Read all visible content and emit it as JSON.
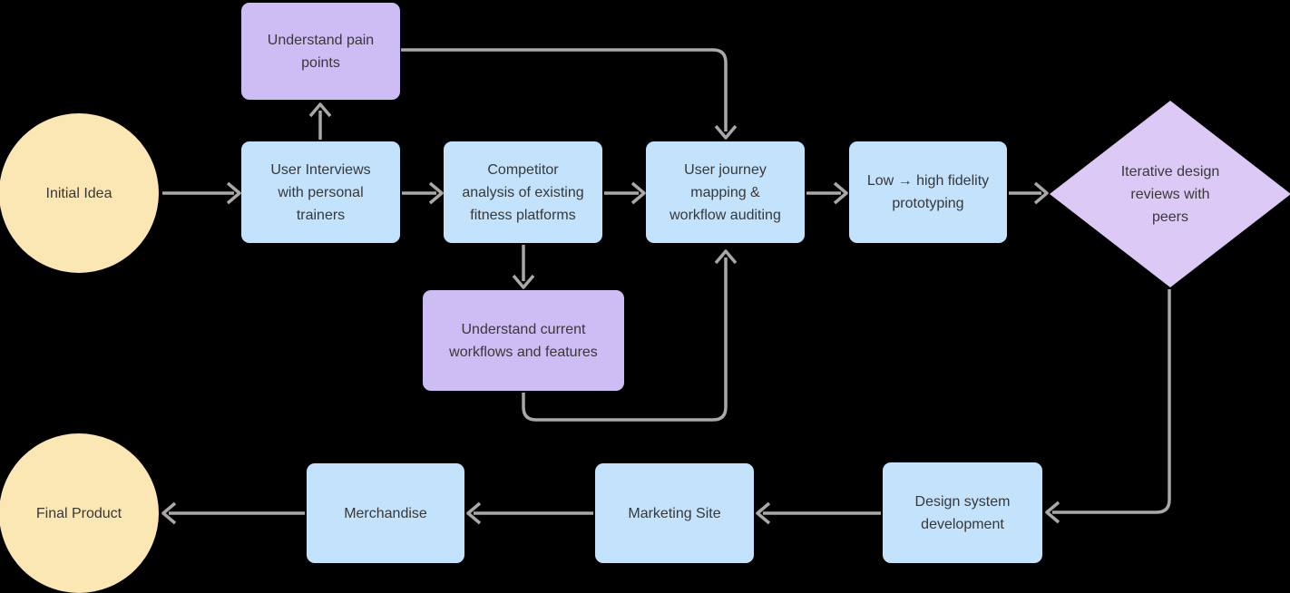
{
  "colors": {
    "background": "#000000",
    "blue": "#c3e2fb",
    "purple": "#cebcf4",
    "purple-light": "#dcc9f6",
    "yellow": "#fae7b4",
    "arrow": "#a8a8a8",
    "text": "#383838"
  },
  "nodes": {
    "initial_idea": {
      "label": "Initial Idea",
      "shape": "circle"
    },
    "user_interviews": {
      "label": "User Interviews\nwith personal\ntrainers",
      "shape": "rectangle"
    },
    "understand_pain_points": {
      "label": "Understand pain\npoints",
      "shape": "rectangle"
    },
    "competitor_analysis": {
      "label": "Competitor\nanalysis of existing\nfitness platforms",
      "shape": "rectangle"
    },
    "user_journey": {
      "label": "User journey\nmapping &\nworkflow auditing",
      "shape": "rectangle"
    },
    "prototyping": {
      "label": "Low → high fidelity\nprototyping",
      "shape": "rectangle"
    },
    "iterative_reviews": {
      "label": "Iterative design\nreviews with\npeers",
      "shape": "diamond"
    },
    "current_workflows": {
      "label": "Understand current\nworkflows and features",
      "shape": "rectangle"
    },
    "design_system": {
      "label": "Design system\ndevelopment",
      "shape": "rectangle"
    },
    "marketing_site": {
      "label": "Marketing Site",
      "shape": "rectangle"
    },
    "merchandise": {
      "label": "Merchandise",
      "shape": "rectangle"
    },
    "final_product": {
      "label": "Final Product",
      "shape": "circle"
    }
  },
  "edges": [
    {
      "from": "initial_idea",
      "to": "user_interviews"
    },
    {
      "from": "user_interviews",
      "to": "understand_pain_points"
    },
    {
      "from": "understand_pain_points",
      "to": "user_journey"
    },
    {
      "from": "user_interviews",
      "to": "competitor_analysis"
    },
    {
      "from": "competitor_analysis",
      "to": "user_journey"
    },
    {
      "from": "competitor_analysis",
      "to": "current_workflows"
    },
    {
      "from": "current_workflows",
      "to": "user_journey"
    },
    {
      "from": "user_journey",
      "to": "prototyping"
    },
    {
      "from": "prototyping",
      "to": "iterative_reviews"
    },
    {
      "from": "iterative_reviews",
      "to": "design_system"
    },
    {
      "from": "design_system",
      "to": "marketing_site"
    },
    {
      "from": "marketing_site",
      "to": "merchandise"
    },
    {
      "from": "merchandise",
      "to": "final_product"
    }
  ]
}
